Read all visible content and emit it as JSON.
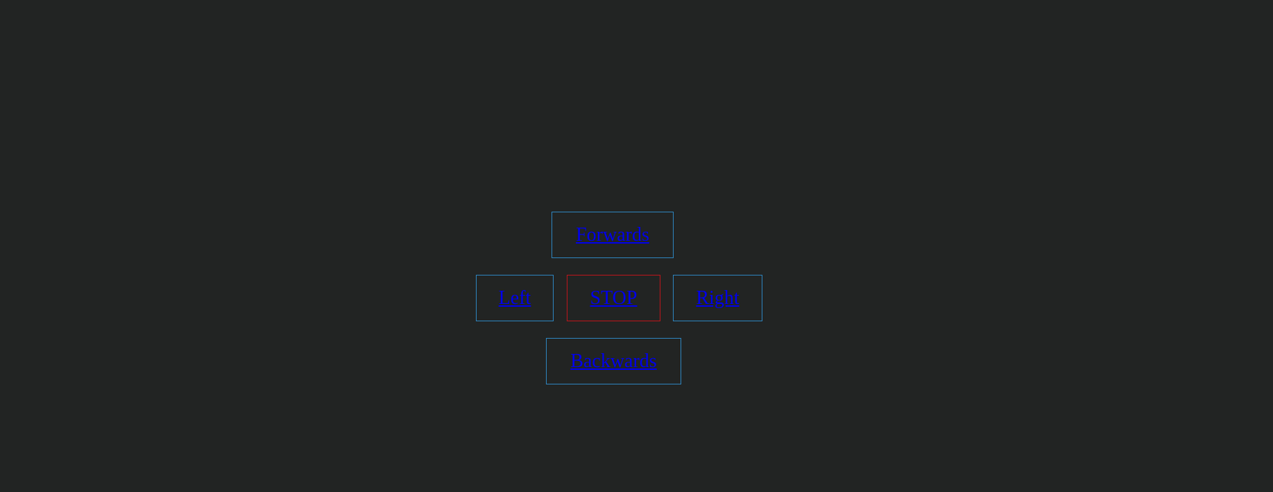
{
  "controls": {
    "forwards_label": "Forwards",
    "left_label": "Left",
    "stop_label": "STOP",
    "right_label": "Right",
    "backwards_label": "Backwards"
  },
  "colors": {
    "background": "#222423",
    "button_border": "#2e86c1",
    "stop_border": "#c0151b",
    "link_text": "#0000ee"
  }
}
